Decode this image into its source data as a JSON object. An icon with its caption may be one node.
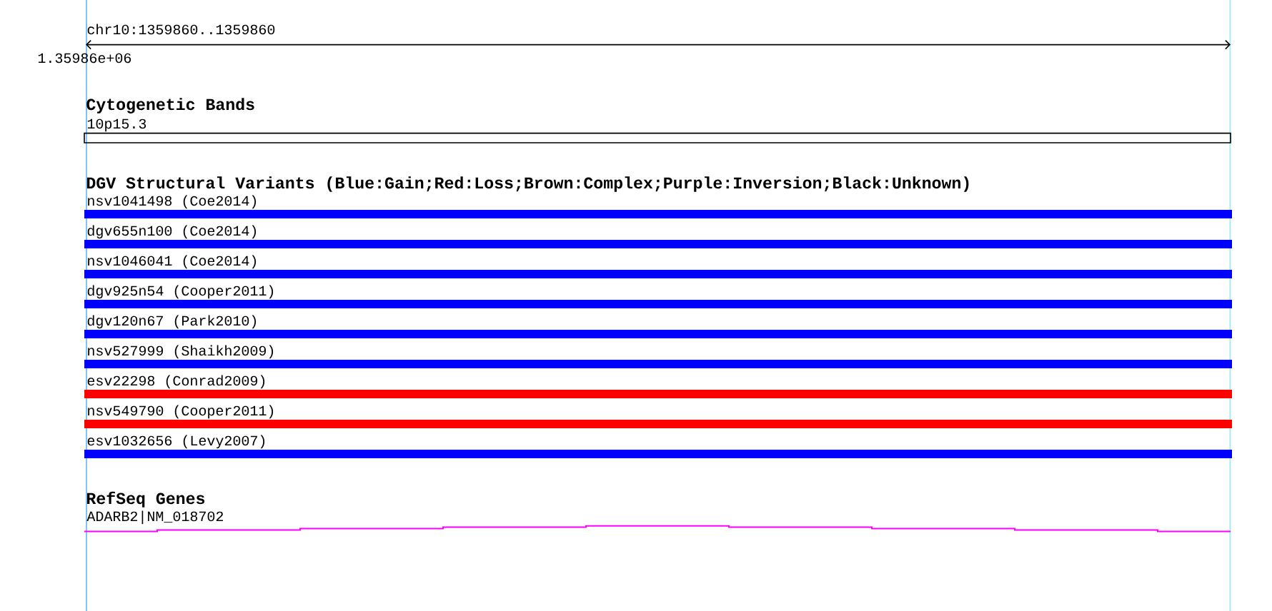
{
  "diagram": {
    "labels": [
      "chr10:1359860..1359860",
      "1.35986e+06",
      "Cytogenetic Bands",
      "10p15.3",
      "DGV Structural Variants (Blue:Gain;Red:Loss;Brown:Complex;Purple:Inversion;Black:Unknown)",
      "nsv1041498 (Coe2014)",
      "dgv655n100 (Coe2014)",
      "nsv1046041 (Coe2014)",
      "dgv925n54 (Cooper2011)",
      "dgv120n67 (Park2010)",
      "nsv527999 (Shaikh2009)",
      "esv22298 (Conrad2009)",
      "nsv549790 (Cooper2011)",
      "esv1032656 (Levy2007)",
      "RefSeq Genes",
      "ADARB2|NM_018702"
    ]
  }
}
